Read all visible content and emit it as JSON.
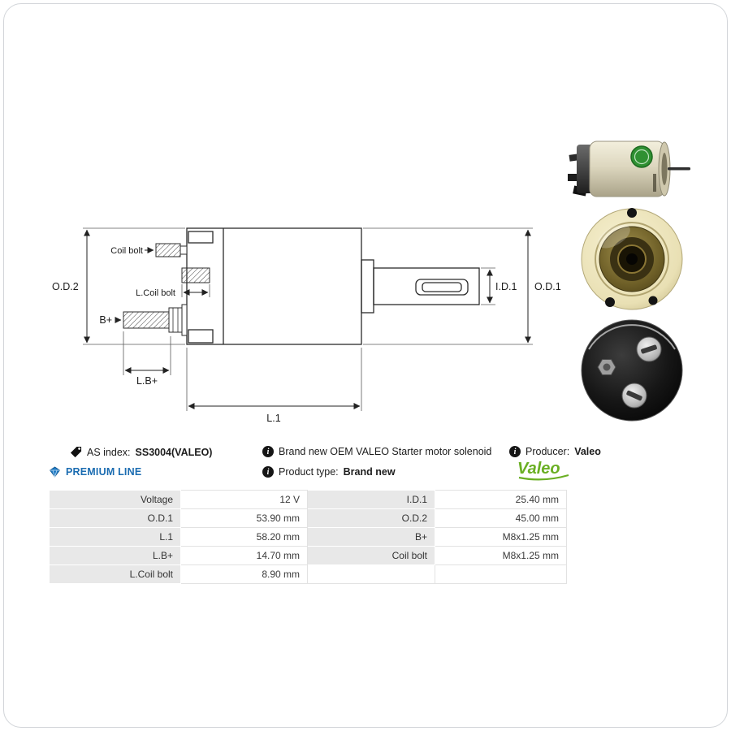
{
  "diagram": {
    "labels": {
      "od2": "O.D.2",
      "od1": "O.D.1",
      "id1": "I.D.1",
      "l1": "L.1",
      "lbplus": "L.B+",
      "bplus": "B+",
      "coil_bolt": "Coil bolt",
      "l_coil_bolt": "L.Coil bolt"
    }
  },
  "info": {
    "as_index_label": "AS index:",
    "as_index_value": "SS3004(VALEO)",
    "description": "Brand new OEM VALEO Starter motor solenoid",
    "producer_label": "Producer:",
    "producer_value": "Valeo",
    "premium_line": "PREMIUM LINE",
    "product_type_label": "Product type:",
    "product_type_value": "Brand new",
    "brand_logo": "Valeo"
  },
  "icons": {
    "info_glyph": "i"
  },
  "specs": {
    "rows": [
      {
        "label1": "Voltage",
        "value1": "12 V",
        "label2": "I.D.1",
        "value2": "25.40 mm"
      },
      {
        "label1": "O.D.1",
        "value1": "53.90 mm",
        "label2": "O.D.2",
        "value2": "45.00 mm"
      },
      {
        "label1": "L.1",
        "value1": "58.20 mm",
        "label2": "B+",
        "value2": "M8x1.25 mm"
      },
      {
        "label1": "L.B+",
        "value1": "14.70 mm",
        "label2": "Coil bolt",
        "value2": "M8x1.25 mm"
      },
      {
        "label1": "L.Coil bolt",
        "value1": "8.90 mm",
        "label2": "",
        "value2": ""
      }
    ]
  },
  "colors": {
    "premium_blue": "#1b6cb1",
    "valeo_green": "#6aaf23",
    "table_label_bg": "#e8e8e8"
  }
}
